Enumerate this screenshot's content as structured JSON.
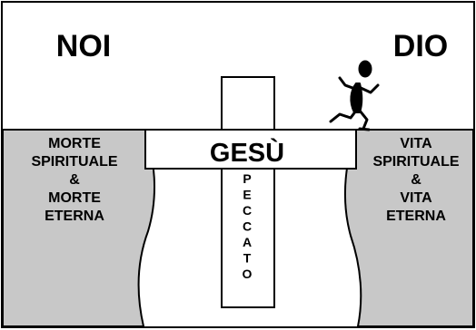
{
  "labels": {
    "noi": "NOI",
    "dio": "DIO",
    "gesu": "GESÙ",
    "peccato": "PECCATO"
  },
  "left_cliff": {
    "lines": [
      "MORTE",
      "SPIRITUALE",
      "&",
      "MORTE",
      "ETERNA"
    ]
  },
  "right_cliff": {
    "lines": [
      "VITA",
      "SPIRITUALE",
      "&",
      "VITA",
      "ETERNA"
    ]
  },
  "colors": {
    "cliff_fill": "#c8c8c8",
    "stroke": "#000000",
    "background": "#ffffff"
  },
  "icons": {
    "figure": "running-man-icon"
  }
}
